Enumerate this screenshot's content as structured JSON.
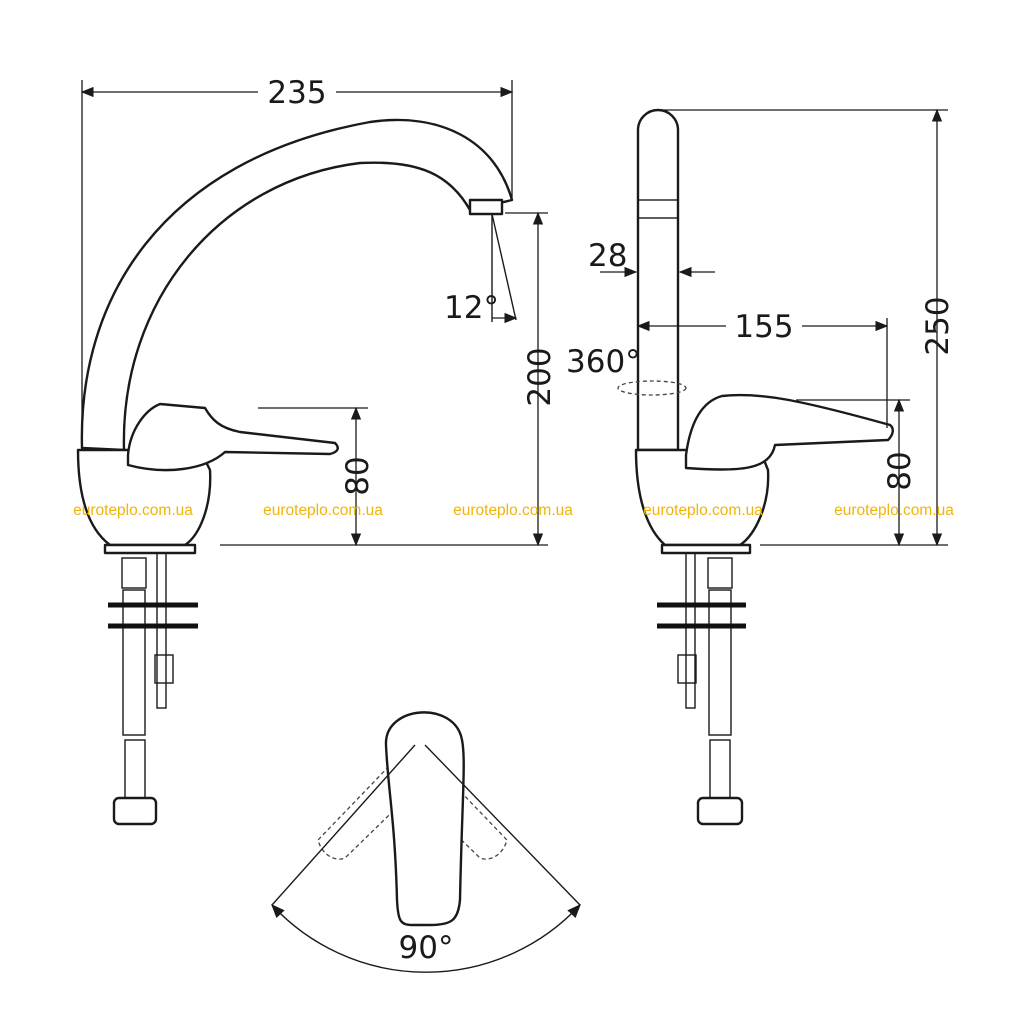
{
  "dimensions": {
    "spout_reach": "235",
    "spout_angle": "12°",
    "spout_height": "200",
    "lever_height_front": "80",
    "body_diameter": "28",
    "spout_offset": "155",
    "rotation": "360°",
    "total_height": "250",
    "lever_height_side": "80",
    "lever_angle": "90°"
  },
  "watermarks": [
    "euroteplo.com.ua",
    "euroteplo.com.ua",
    "euroteplo.com.ua",
    "euroteplo.com.ua",
    "euroteplo.com.ua"
  ],
  "colors": {
    "line": "#1a1a1a",
    "watermark": "#f0b40a",
    "background": "#ffffff"
  }
}
